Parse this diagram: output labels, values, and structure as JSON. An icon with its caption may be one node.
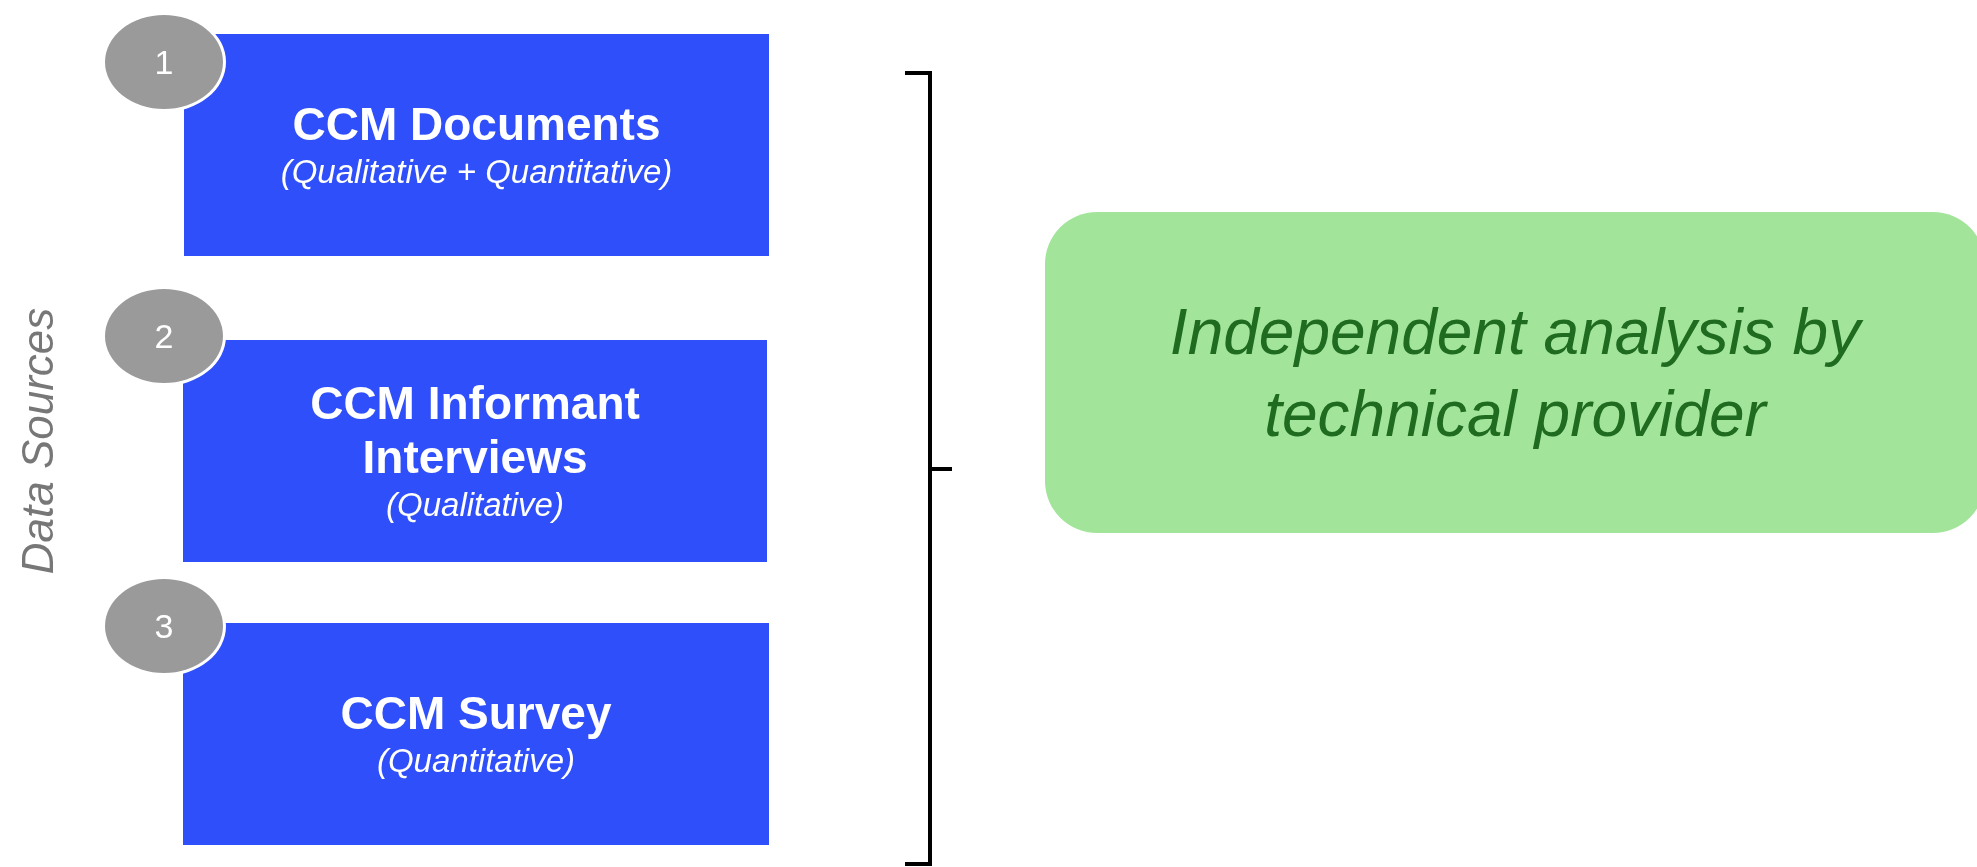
{
  "diagram": {
    "nodes": [
      {
        "text": [
          "1"
        ]
      },
      {
        "text": [
          "CCM Documents",
          "(Qualitative + Quantitative)"
        ]
      },
      {
        "text": [
          "2"
        ]
      },
      {
        "text": [
          "CCM Informant Interviews",
          "(Qualitative)"
        ]
      },
      {
        "text": [
          "3"
        ]
      },
      {
        "text": [
          "CCM Survey",
          "(Quantitative)"
        ]
      },
      {
        "text": [
          "Independent analysis by technical provider"
        ]
      }
    ],
    "edges": [],
    "labels": [
      "Data Sources"
    ]
  }
}
